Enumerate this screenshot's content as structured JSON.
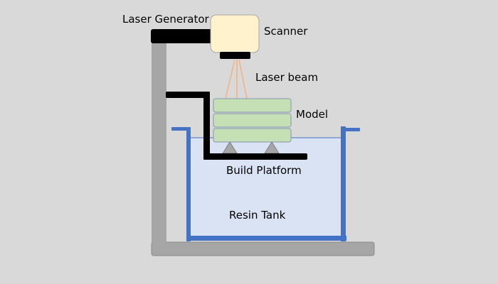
{
  "diagram": {
    "title": "Stereolithography (SLA) 3D printer schematic",
    "labels": {
      "laser_generator": "Laser Generator",
      "scanner": "Scanner",
      "laser_beam": "Laser beam",
      "model": "Model",
      "build_platform": "Build Platform",
      "resin_tank": "Resin Tank"
    },
    "model_layers": 3,
    "support_count": 2,
    "laser_beam_count": 3,
    "colors": {
      "background": "#d9d9d9",
      "stand": "#a6a6a6",
      "arm": "#000000",
      "scanner_fill": "#fff2cc",
      "scanner_border": "#a6a6a6",
      "beam": "#f4b183",
      "model_fill": "#c5e0b4",
      "model_border": "#8497b0",
      "support": "#a6a6a6",
      "tank_wall": "#4472c4",
      "resin": "#dae3f3"
    }
  }
}
